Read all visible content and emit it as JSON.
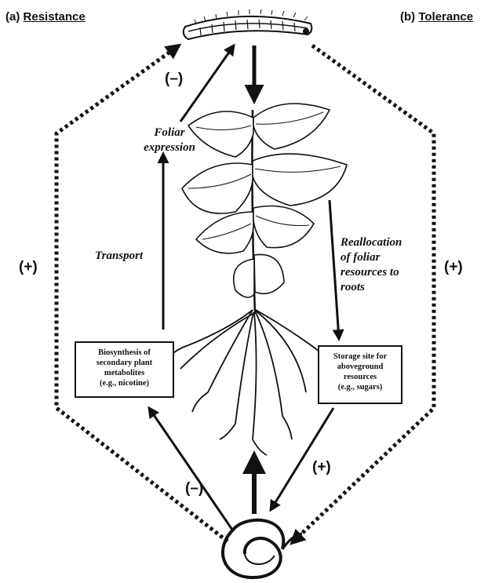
{
  "headers": {
    "left_label": "(a)",
    "left_title": "Resistance",
    "right_label": "(b)",
    "right_title": "Tolerance"
  },
  "signs": {
    "top_minus": "(–)",
    "left_plus": "(+)",
    "right_plus": "(+)",
    "bottom_minus": "(–)",
    "bottom_plus": "(+)"
  },
  "labels": {
    "foliar_expression": [
      "Foliar",
      "expression"
    ],
    "transport": "Transport",
    "reallocation": [
      "Reallocation",
      "of foliar",
      "resources to",
      "roots"
    ]
  },
  "boxes": {
    "biosynthesis": [
      "Biosynthesis of",
      "secondary plant",
      "metabolites",
      "(e.g., nicotine)"
    ],
    "storage": [
      "Storage site for",
      "aboveground",
      "resources",
      "(e.g., sugars)"
    ]
  },
  "figures": {
    "top": "caterpillar-illustration",
    "center": "plant-illustration",
    "bottom": "nematode-illustration"
  }
}
